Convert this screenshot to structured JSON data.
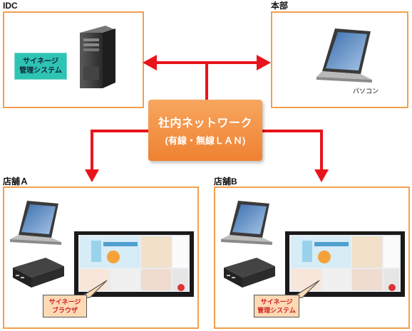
{
  "sites": {
    "idc": "IDC",
    "hq": "本部",
    "storeA": "店舗Ａ",
    "storeB": "店舗B"
  },
  "idc_box": {
    "system_label": "サイネージ\n管理システム"
  },
  "hq_box": {
    "pc_label": "パソコン"
  },
  "network": {
    "line1": "社内ネットワーク",
    "line2": "(有線・無線ＬＡＮ)"
  },
  "storeA_box": {
    "callout": "サイネージ\nブラウザ"
  },
  "storeB_box": {
    "callout": "サイネージ\n管理システム"
  },
  "colors": {
    "arrow": "#e8141b",
    "box_border": "#f2a04e",
    "network": "#f08a3a",
    "teal": "#2ec4b4"
  }
}
